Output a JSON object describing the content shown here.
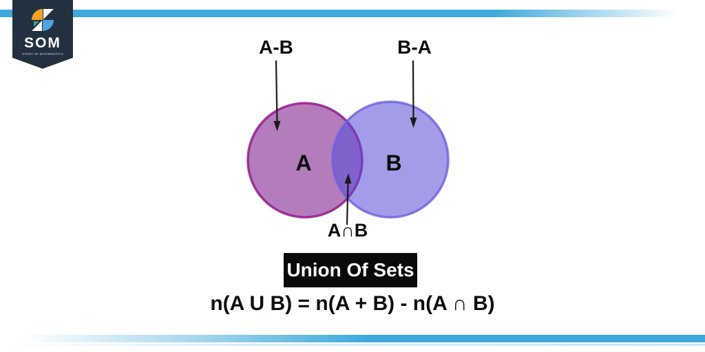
{
  "logo": {
    "brand": "SOM",
    "tagline": "STORY OF MATHEMATICS",
    "banner_color": "#22313f",
    "icon_orange": "#f2a024",
    "icon_blue": "#4ba4de",
    "icon_teal": "#2fa0a0"
  },
  "stripes": {
    "blue": "#3fa9dc"
  },
  "venn": {
    "set_a_label": "A",
    "set_b_label": "B",
    "difference_a_label": "A-B",
    "difference_b_label": "B-A",
    "intersection_label": "A∩B",
    "circle_a_fill": "rgba(130,37,143,0.60)",
    "circle_a_stroke": "rgba(148,26,142,0.85)",
    "circle_b_fill": "rgba(87,75,213,0.55)",
    "circle_b_stroke": "rgba(106,96,222,0.80)",
    "arrow_color": "#1a1a1a"
  },
  "caption": {
    "title": "Union Of Sets",
    "formula": "n(A U B) = n(A + B) - n(A ∩ B)"
  }
}
